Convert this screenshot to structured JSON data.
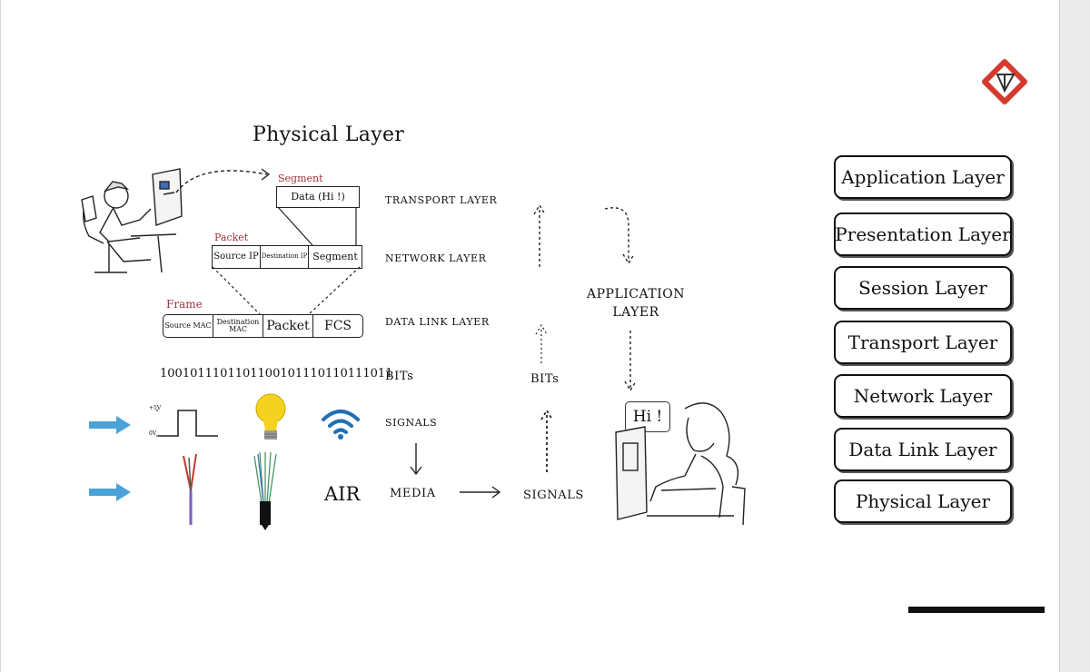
{
  "diagram": {
    "title": "Physical Layer",
    "segment": {
      "label": "Segment",
      "data": "Data (Hi !)"
    },
    "packet": {
      "label": "Packet",
      "cells": [
        "Source IP",
        "Destination IP",
        "Segment"
      ]
    },
    "frame": {
      "label": "Frame",
      "cells": [
        "Source MAC",
        "Destination MAC",
        "Packet",
        "FCS"
      ]
    },
    "bits": "1001011101101100101110110111011",
    "layers": {
      "transport": "TRANSPORT LAYER",
      "network": "NETWORK LAYER",
      "datalink": "DATA LINK LAYER",
      "bits": "BITs",
      "signals": "SIGNALS"
    },
    "signal_graph": {
      "high": "+5V",
      "low": "0V"
    },
    "media": {
      "air": "AIR",
      "media": "MEDIA",
      "signals": "SIGNALS"
    },
    "receiver": {
      "bits": "BITs",
      "application": [
        "APPLICATION",
        "LAYER"
      ],
      "speech": "Hi !"
    }
  },
  "osi_stack": [
    "Application Layer",
    "Presentation Layer",
    "Session Layer",
    "Transport Layer",
    "Network Layer",
    "Data Link Layer",
    "Physical Layer"
  ],
  "colors": {
    "frame_label": "#a0323c",
    "arrow_blue": "#4aa3d8",
    "bulb_yellow": "#f5d21f",
    "wifi_blue": "#1f6fb5",
    "logo_red": "#d63a2f"
  }
}
